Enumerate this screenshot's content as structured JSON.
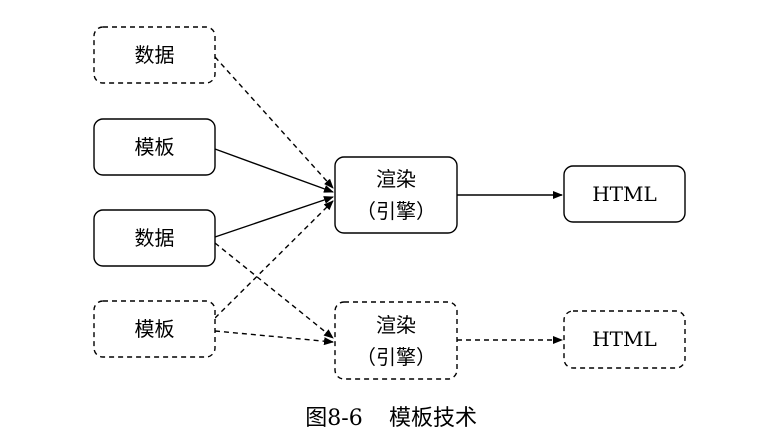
{
  "diagram": {
    "nodes": {
      "data_top": {
        "label": "数据",
        "border": "dashed"
      },
      "template_mid": {
        "label": "模板",
        "border": "solid"
      },
      "data_mid": {
        "label": "数据",
        "border": "solid"
      },
      "template_bottom": {
        "label": "模板",
        "border": "dashed"
      },
      "render_engine_top": {
        "line1": "渲染",
        "line2": "（引擎）",
        "border": "solid"
      },
      "html_top": {
        "label": "HTML",
        "border": "solid"
      },
      "render_engine_bottom": {
        "line1": "渲染",
        "line2": "（引擎）",
        "border": "dashed"
      },
      "html_bottom": {
        "label": "HTML",
        "border": "dashed"
      }
    },
    "edges": [
      {
        "from": "data_top",
        "to": "render_engine_top",
        "style": "dashed"
      },
      {
        "from": "template_mid",
        "to": "render_engine_top",
        "style": "solid"
      },
      {
        "from": "data_mid",
        "to": "render_engine_top",
        "style": "solid"
      },
      {
        "from": "template_bottom",
        "to": "render_engine_top",
        "style": "dashed"
      },
      {
        "from": "data_mid",
        "to": "render_engine_bottom",
        "style": "dashed"
      },
      {
        "from": "template_bottom",
        "to": "render_engine_bottom",
        "style": "dashed"
      },
      {
        "from": "render_engine_top",
        "to": "html_top",
        "style": "solid"
      },
      {
        "from": "render_engine_bottom",
        "to": "html_bottom",
        "style": "dashed"
      }
    ]
  },
  "caption": {
    "figure_number": "图8-6",
    "title": "模板技术"
  },
  "colors": {
    "stroke": "#000000",
    "background": "#ffffff"
  }
}
